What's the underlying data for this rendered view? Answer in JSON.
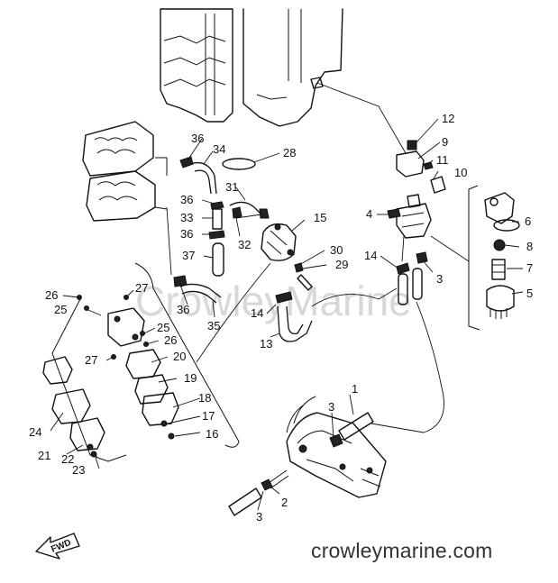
{
  "watermark_text": "CrowleyMarine",
  "footer_text": "crowleymarine.com",
  "direction_label": "FWD",
  "callouts": [
    {
      "id": "c1",
      "label": "1"
    },
    {
      "id": "c2",
      "label": "2"
    },
    {
      "id": "c3a",
      "label": "3"
    },
    {
      "id": "c3b",
      "label": "3"
    },
    {
      "id": "c3c",
      "label": "3"
    },
    {
      "id": "c4",
      "label": "4"
    },
    {
      "id": "c5",
      "label": "5"
    },
    {
      "id": "c6",
      "label": "6"
    },
    {
      "id": "c7",
      "label": "7"
    },
    {
      "id": "c8",
      "label": "8"
    },
    {
      "id": "c9",
      "label": "9"
    },
    {
      "id": "c10",
      "label": "10"
    },
    {
      "id": "c11",
      "label": "11"
    },
    {
      "id": "c12",
      "label": "12"
    },
    {
      "id": "c13",
      "label": "13"
    },
    {
      "id": "c14a",
      "label": "14"
    },
    {
      "id": "c14b",
      "label": "14"
    },
    {
      "id": "c15",
      "label": "15"
    },
    {
      "id": "c16",
      "label": "16"
    },
    {
      "id": "c17",
      "label": "17"
    },
    {
      "id": "c18",
      "label": "18"
    },
    {
      "id": "c19",
      "label": "19"
    },
    {
      "id": "c20",
      "label": "20"
    },
    {
      "id": "c21",
      "label": "21"
    },
    {
      "id": "c22",
      "label": "22"
    },
    {
      "id": "c23",
      "label": "23"
    },
    {
      "id": "c24",
      "label": "24"
    },
    {
      "id": "c25a",
      "label": "25"
    },
    {
      "id": "c25b",
      "label": "25"
    },
    {
      "id": "c26a",
      "label": "26"
    },
    {
      "id": "c26b",
      "label": "26"
    },
    {
      "id": "c27a",
      "label": "27"
    },
    {
      "id": "c27b",
      "label": "27"
    },
    {
      "id": "c28",
      "label": "28"
    },
    {
      "id": "c29",
      "label": "29"
    },
    {
      "id": "c30",
      "label": "30"
    },
    {
      "id": "c31",
      "label": "31"
    },
    {
      "id": "c32",
      "label": "32"
    },
    {
      "id": "c33",
      "label": "33"
    },
    {
      "id": "c34",
      "label": "34"
    },
    {
      "id": "c35",
      "label": "35"
    },
    {
      "id": "c36a",
      "label": "36"
    },
    {
      "id": "c36b",
      "label": "36"
    },
    {
      "id": "c36c",
      "label": "36"
    },
    {
      "id": "c36d",
      "label": "36"
    },
    {
      "id": "c37",
      "label": "37"
    }
  ]
}
